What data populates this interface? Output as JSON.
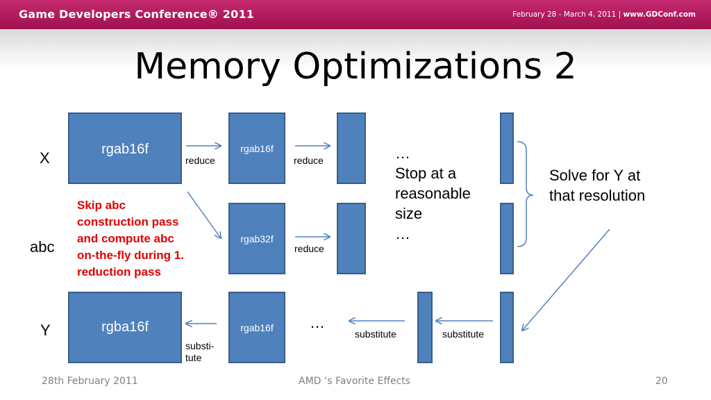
{
  "header": {
    "conference": "Game Developers Conference® 2011",
    "dates": "February 28 - March 4, 2011 |",
    "website": "www.GDConf.com"
  },
  "slide": {
    "title": "Memory Optimizations 2",
    "row_labels": {
      "x": "X",
      "abc": "abc",
      "y": "Y"
    },
    "boxes": {
      "x_main": "rgab16f",
      "x_half": "rgab16f",
      "abc_half": "rgab32f",
      "y_main": "rgba16f",
      "y_half": "rgab16f"
    },
    "arrow_labels": {
      "reduce_1": "reduce",
      "reduce_2": "reduce",
      "reduce_3": "reduce",
      "subst_1": "substitute",
      "subst_2": "substitute",
      "subst_3_line1": "substi-",
      "subst_3_line2": "tute"
    },
    "ellipsis_y": "…",
    "stop_text": [
      "…",
      "Stop at a",
      "reasonable",
      "size",
      "…"
    ],
    "solve_text": [
      "Solve for Y at",
      "that resolution"
    ],
    "note": [
      "Skip abc",
      "construction pass",
      "and compute abc",
      "on-the-fly during 1.",
      "reduction pass"
    ]
  },
  "footer": {
    "date": "28th February 2011",
    "talk": "AMD ‘s Favorite Effects",
    "page": "20"
  },
  "colors": {
    "box_fill": "#4f81bd",
    "box_border": "#385d8a",
    "header": "#b0195b",
    "note": "#e00000"
  }
}
